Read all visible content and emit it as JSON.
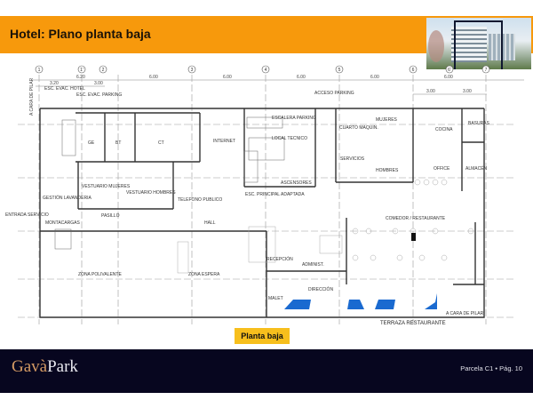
{
  "header": {
    "title": "Hotel: Plano planta baja",
    "accent_color": "#f7990c"
  },
  "photo": {
    "alt": "building-render"
  },
  "plan": {
    "grid_bubbles": [
      "1",
      "1'",
      "2",
      "3",
      "4",
      "5",
      "6",
      "6'",
      "7"
    ],
    "dims_top": [
      "6.20",
      "6.00",
      "6.00",
      "6.00",
      "6.00",
      "6.00"
    ],
    "dims_sub": [
      "3.20",
      "3.00",
      "3.00",
      "3.00"
    ],
    "side_label": "A CARA DE PILAR",
    "rooms": {
      "esc_evac_hotel": "ESC. EVAC. HOTEL",
      "esc_evac_parking": "ESC. EVAC. PARKING",
      "acceso_parking": "ACCESO PARKING",
      "ge": "GE",
      "bt": "BT",
      "ct": "CT",
      "internet": "INTERNET",
      "escalera_parking": "ESCALERA PARKING",
      "local_tecnico": "LOCAL TECNICO",
      "ascensores": "ASCENSORES",
      "esc_principal": "ESC. PRINCIPAL ADAPTADA",
      "cuarto_maquinas": "CUARTO MAQUIN.",
      "mujeres": "MUJERES",
      "hombres": "HOMBRES",
      "servicios": "SERVICIOS",
      "cocina": "COCINA",
      "basuras": "BASURAS",
      "office": "OFFICE",
      "almacen": "ALMACÉN",
      "gestion_lavanderia": "GESTIÓN LAVANDERIA",
      "vestuario_mujeres": "VESTUARIO MUJERES",
      "vestuario_hombres": "VESTUARIO HOMBRES",
      "telefono_publico": "TELEFONO PUBLICO",
      "pasillo": "PASILLO",
      "entrada_servicio": "ENTRADA SERVICIO",
      "montacargas": "MONTACARGAS",
      "hall": "HALL",
      "comedor": "COMEDOR / RESTAURANTE",
      "zona_polivalente": "ZONA POLIVALENTE",
      "zona_espera": "ZONA ESPERA",
      "recepcion": "RECEPCIÓN",
      "adminst": "ADMINIST.",
      "direccion": "DIRECCIÓN",
      "malet": "MALET",
      "a_cara_de_pilar": "A CARA DE PILAR",
      "terraza": "TERRAZA RESTAURANTE"
    }
  },
  "caption": "Planta baja",
  "footer": {
    "logo_part1": "Gavà",
    "logo_part2": "Park",
    "page_info": "Parcela C1 • Pág. 10"
  }
}
